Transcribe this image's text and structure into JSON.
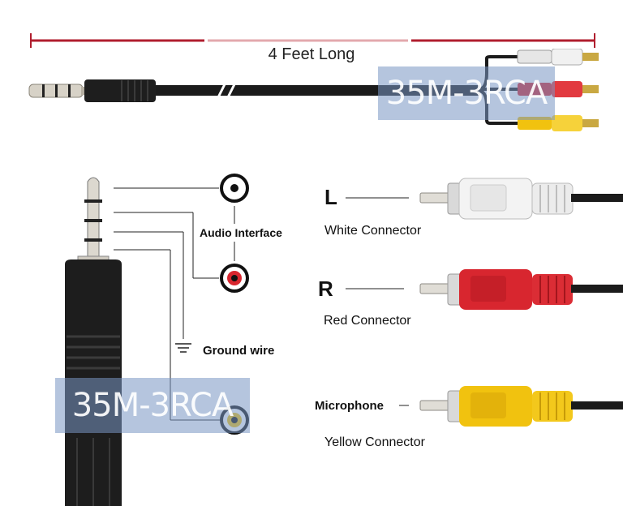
{
  "cable": {
    "length_label": "4 Feet Long",
    "watermark_top": "35M-3RCA",
    "watermark_bottom": "35M-3RCA"
  },
  "diagram": {
    "audio_interface_label": "Audio Interface",
    "ground_label": "Ground wire"
  },
  "connectors": [
    {
      "letter": "L",
      "caption": "White Connector"
    },
    {
      "letter": "R",
      "caption": "Red Connector"
    },
    {
      "letter": "Microphone",
      "caption": "Yellow Connector"
    }
  ],
  "colors": {
    "measure_line": "#b01e2e",
    "white_plug": "#e6e6e6",
    "red_plug": "#d8262f",
    "yellow_plug": "#f1c20f",
    "cable": "#1b1b1b"
  }
}
